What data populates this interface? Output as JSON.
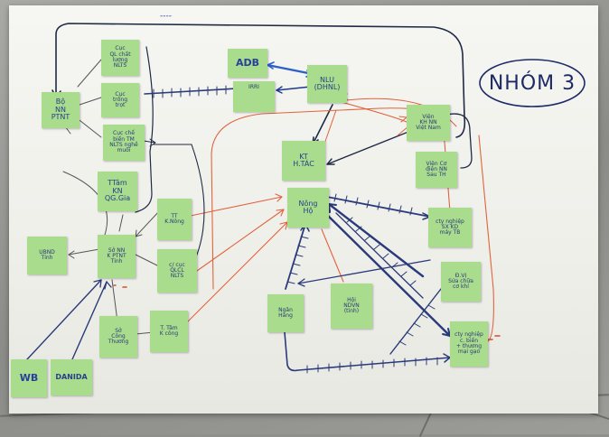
{
  "photo": {
    "top_mark": "----",
    "group_label": "NHÓM 3",
    "notes": {
      "bo_nn": "Bộ\nNN\nPTNT",
      "cuc_ql": "Cục\nQL chất\nlượng\nNLTS",
      "cuc_trong_trot": "Cục\ntrồng\ntrọt",
      "cuc_che_bien": "Cục chế\nbiến TM\nNLTS nghề muối",
      "adb": "ADB",
      "irri": "IRRI",
      "nlu": "NLU\n(DHNL)",
      "vien_kh": "Viện\nKH NN\nViệt Nam",
      "vien_co_dien": "Viện Cơ\nđiện NN\nSau TH",
      "kt_htac": "KT\nH.TÁC",
      "nong_ho": "Nông\nHộ",
      "tt_tam_kn": "TTâm\nKN\nQG.Gia",
      "tt_kn": "TT\nK.Nông",
      "so_nn": "Sở NN\nK PTNT\nTỉnh",
      "ubnd": "UBND\nTỉnh",
      "cc_qlcl": "c/ cục\nQLCL\nNLTS",
      "so_ct": "Sở\nCông\nThương",
      "tt_kcong": "T. Tâm\nK công",
      "ngan_hang": "Ngân\nHàng",
      "hoi_ndvn": "Hội\nNDVN\n(tỉnh)",
      "cty_sx": "cty nghiệp\nSX KD\nmáy TB",
      "dv_sua_chua": "Đ.VỊ\nSửa chữa\ncơ khí",
      "cty_che_bien": "cty nghiệp\nc. biến\n+ thương\nmại gạo",
      "wb": "WB",
      "danida": "DANIDA"
    }
  }
}
